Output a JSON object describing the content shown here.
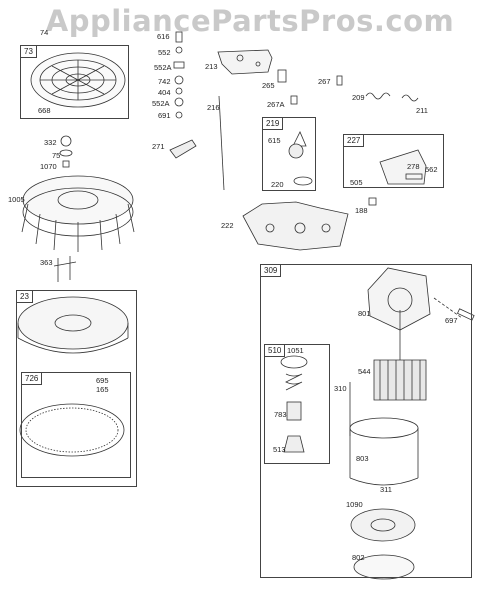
{
  "watermark": "AppliancePartsPros.com",
  "boxes": {
    "b73": "73",
    "b219": "219",
    "b227": "227",
    "b23": "23",
    "b726": "726",
    "b309": "309",
    "b510": "510"
  },
  "parts": {
    "p74": "74",
    "p616": "616",
    "p552": "552",
    "p552a": "552A",
    "p742": "742",
    "p404": "404",
    "p552a2": "552A",
    "p691": "691",
    "p668": "668",
    "p213": "213",
    "p265": "265",
    "p267": "267",
    "p267a": "267A",
    "p216": "216",
    "p209": "209",
    "p211": "211",
    "p332": "332",
    "p75": "75",
    "p1070": "1070",
    "p271": "271",
    "p615": "615",
    "p220": "220",
    "p278": "278",
    "p562": "562",
    "p505": "505",
    "p1005": "1005",
    "p188": "188",
    "p222": "222",
    "p363": "363",
    "p801": "801",
    "p697": "697",
    "p1051": "1051",
    "p544": "544",
    "p783": "783",
    "p310": "310",
    "p513": "513",
    "p803": "803",
    "p311": "311",
    "p1090": "1090",
    "p802": "802",
    "p695": "695",
    "p165": "165"
  }
}
